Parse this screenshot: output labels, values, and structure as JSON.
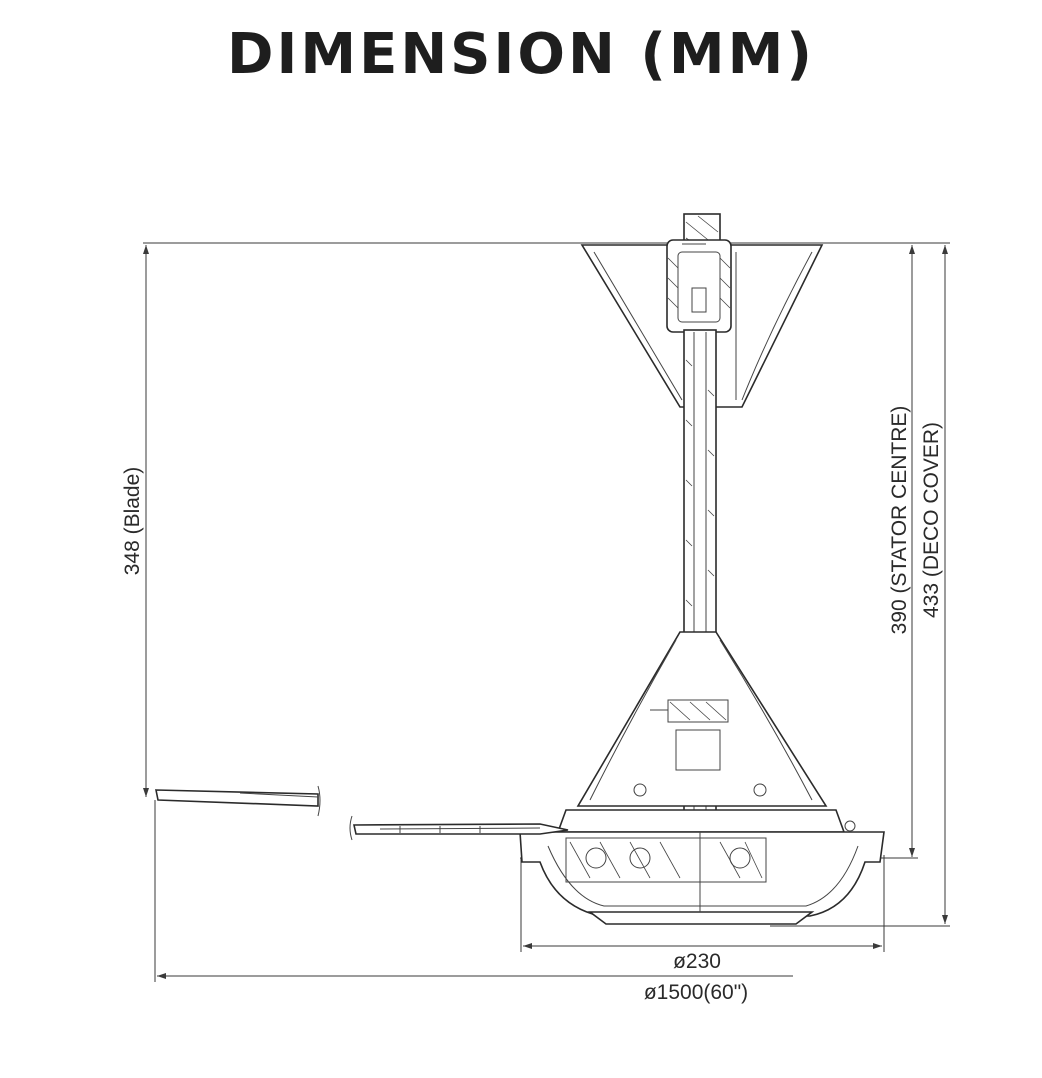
{
  "title": "DIMENSION (MM)",
  "dimensions": {
    "blade_height": "348 (Blade)",
    "stator_centre": "390 (STATOR CENTRE)",
    "deco_cover": "433 (DECO COVER)",
    "motor_diameter": "ø230",
    "sweep_diameter": "ø1500(60\")"
  },
  "colors": {
    "line": "#2b2b2b",
    "title": "#1e1e1e"
  }
}
